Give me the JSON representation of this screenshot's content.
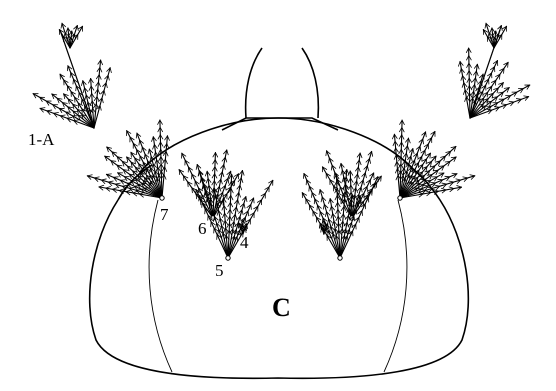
{
  "figure": {
    "labels": {
      "seta_1a": "1-A",
      "seta_7": "7",
      "seta_6": "6",
      "seta_4": "4",
      "seta_5": "5",
      "segment": "C"
    }
  }
}
